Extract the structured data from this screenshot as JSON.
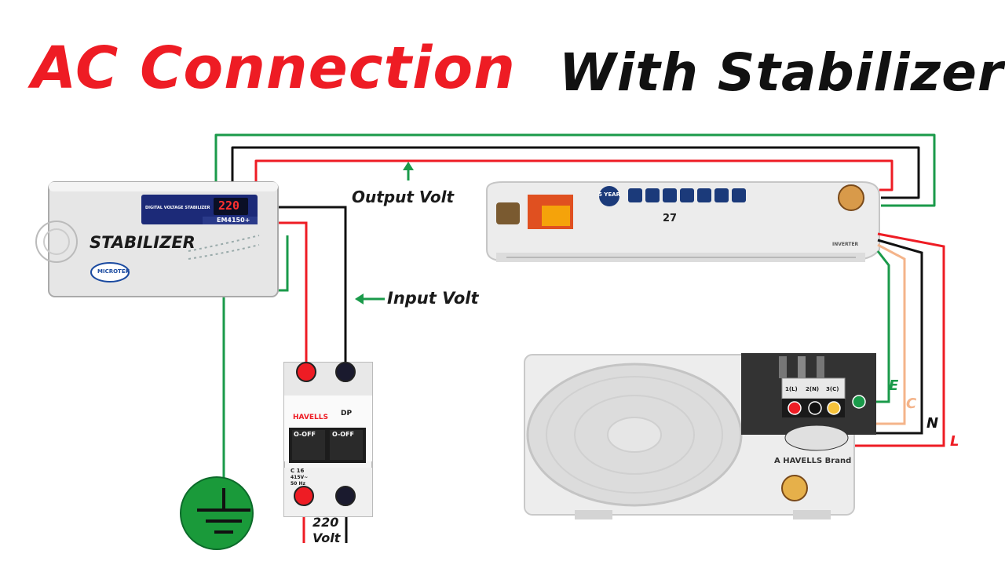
{
  "title": {
    "part1": "AC Connection",
    "part2": "With Stabilizer"
  },
  "stabilizer": {
    "name": "STABILIZER",
    "display": "220",
    "model": "EM4150+",
    "panel_text": "DIGITAL VOLTAGE STABILIZER",
    "brand": "MICROTEK"
  },
  "labels": {
    "output_volt": "Output Volt",
    "input_volt": "Input Volt"
  },
  "breaker": {
    "brand": "HAVELLS",
    "type": "DP",
    "left_switch": "O-OFF",
    "right_switch": "O-OFF",
    "rating": "C 16",
    "voltage": "415V~",
    "freq": "50 Hz"
  },
  "supply": {
    "line1": "220",
    "line2": "Volt"
  },
  "indoor": {
    "temp": "27",
    "warranty": "5 YEAR",
    "tag": "INVERTER"
  },
  "outdoor": {
    "brand_line": "A HAVELLS Brand",
    "terminals": [
      "1(L)",
      "2(N)",
      "3(C)"
    ]
  },
  "wire_letters": {
    "e": "E",
    "c": "C",
    "n": "N",
    "l": "L"
  },
  "colors": {
    "red": "#ee1c24",
    "green": "#1a9a4a",
    "black": "#111111",
    "orange": "#f4b48a",
    "earth": "#1a9a3a"
  },
  "icons": [
    "earth-ground-icon"
  ]
}
